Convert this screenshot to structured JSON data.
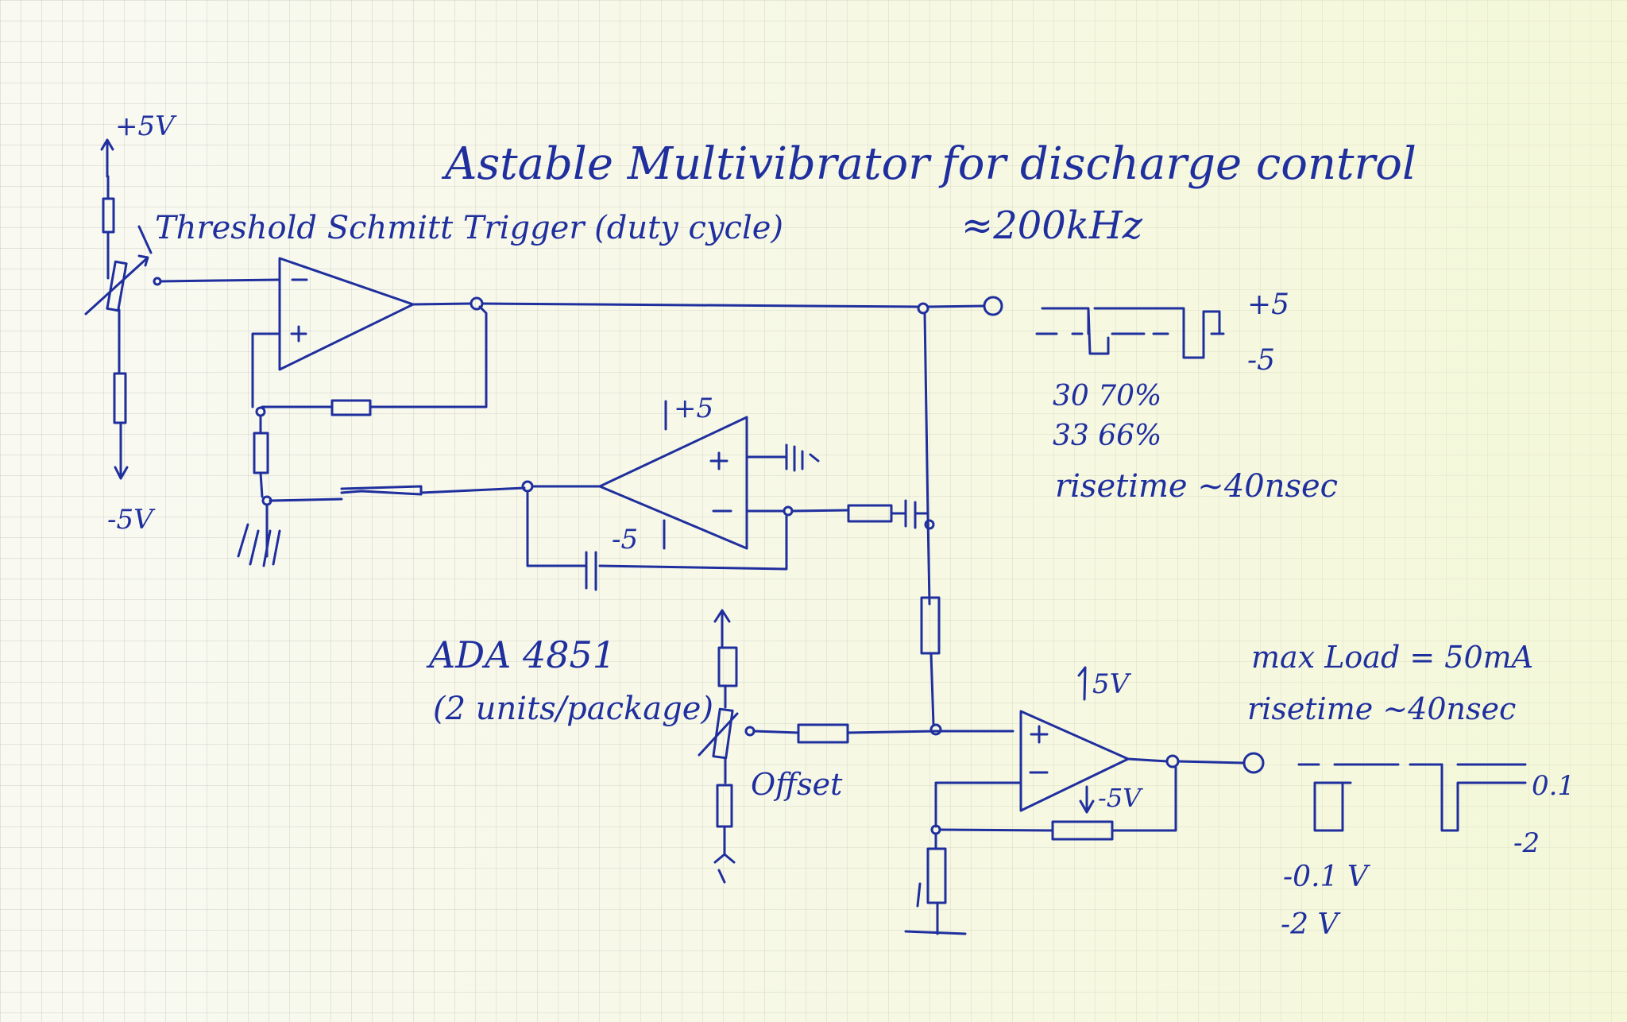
{
  "title": {
    "line1": "Astable Multivibrator",
    "line2": "for discharge control",
    "freq": "≈200kHz"
  },
  "labels": {
    "vplus": "+5V",
    "vminus": "-5V",
    "threshold": "Threshold Schmitt Trigger (duty cycle)",
    "opamp2_plus": "+5",
    "opamp2_minus": "-5",
    "part": "ADA 4851",
    "part_note": "(2 units/package)",
    "offset": "Offset",
    "out_vplus": "5V",
    "out_vminus": "-5V"
  },
  "notes_top": {
    "level_hi": "+5",
    "level_lo": "-5",
    "duty1": "30  70%",
    "duty2": "33  66%",
    "risetime": "risetime ~40nsec"
  },
  "notes_bottom": {
    "max_load": "max Load = 50mA",
    "risetime": "risetime ~40nsec",
    "level_a": "0.1",
    "level_b": "-2",
    "v1": "-0.1 V",
    "v2": "-2  V"
  },
  "colors": {
    "ink": "#1f2f9e",
    "paper": "#f9f9f2",
    "grid": "#9a9a9a"
  }
}
